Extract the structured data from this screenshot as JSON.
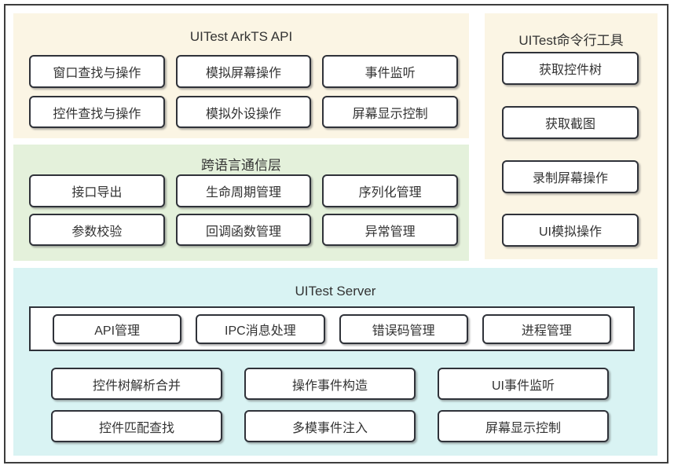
{
  "diagram": {
    "colors": {
      "panel_cream": "#FBF5E4",
      "panel_green": "#E4F1DB",
      "panel_cyan": "#D9F3F3",
      "box_border": "#2F3239",
      "box_fill": "#FFFFFF",
      "text": "#333333",
      "outer_border": "#3D3D3D"
    },
    "panels": {
      "arkts_api": {
        "title": "UITest ArkTS API",
        "rows": [
          [
            "窗口查找与操作",
            "模拟屏幕操作",
            "事件监听"
          ],
          [
            "控件查找与操作",
            "模拟外设操作",
            "屏幕显示控制"
          ]
        ]
      },
      "bridge": {
        "title": "跨语言通信层",
        "rows": [
          [
            "接口导出",
            "生命周期管理",
            "序列化管理"
          ],
          [
            "参数校验",
            "回调函数管理",
            "异常管理"
          ]
        ]
      },
      "cli": {
        "title": "UITest命令行工具",
        "items": [
          "获取控件树",
          "获取截图",
          "录制屏幕操作",
          "UI模拟操作"
        ]
      },
      "server": {
        "title": "UITest Server",
        "core_row": [
          "API管理",
          "IPC消息处理",
          "错误码管理",
          "进程管理"
        ],
        "rows": [
          [
            "控件树解析合并",
            "操作事件构造",
            "UI事件监听"
          ],
          [
            "控件匹配查找",
            "多模事件注入",
            "屏幕显示控制"
          ]
        ]
      }
    }
  }
}
